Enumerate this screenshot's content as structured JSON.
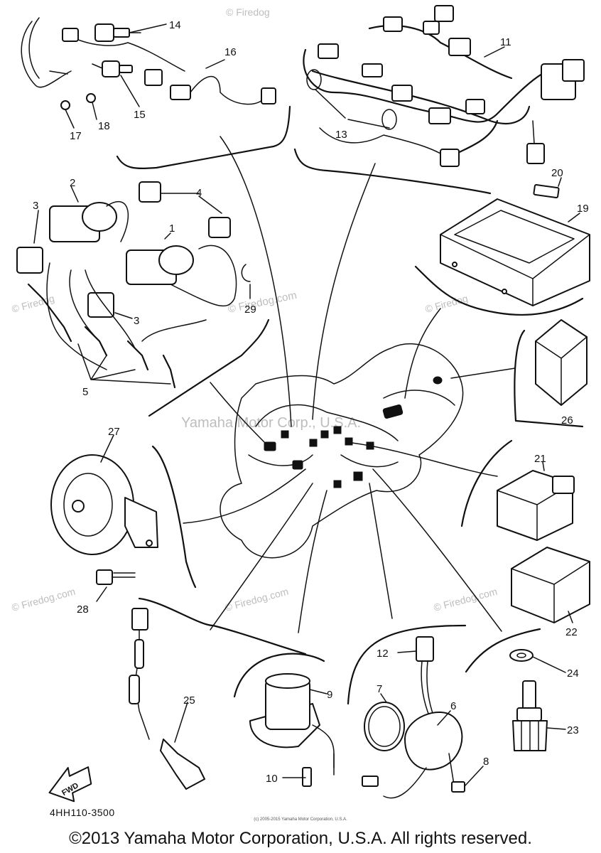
{
  "callouts": [
    "1",
    "2",
    "3",
    "3",
    "4",
    "5",
    "6",
    "7",
    "8",
    "9",
    "10",
    "11",
    "12",
    "13",
    "14",
    "15",
    "16",
    "17",
    "18",
    "19",
    "20",
    "21",
    "22",
    "23",
    "24",
    "25",
    "26",
    "27",
    "28",
    "29"
  ],
  "watermarks": {
    "center": "Yamaha Motor Corp., U.S.A.",
    "site": "© Firedog.com",
    "site_short": "© Firedog"
  },
  "fwd_arrow_label": "FWD",
  "part_code": "4HH110-3500",
  "small_copyright": "(c) 2005-2015 Yamaha Motor Corporation, U.S.A.",
  "footer": "©2013 Yamaha Motor Corporation, U.S.A. All rights reserved."
}
